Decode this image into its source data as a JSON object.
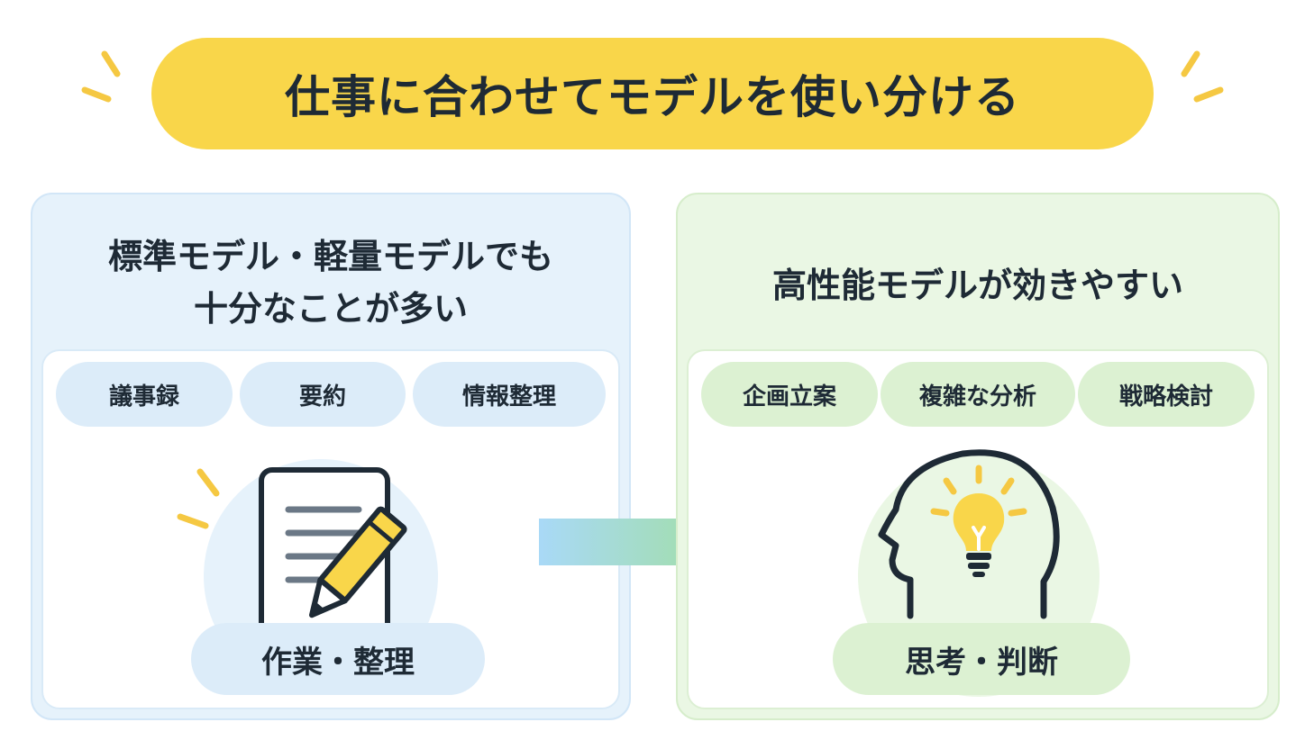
{
  "title": "仕事に合わせてモデルを使い分ける",
  "left_panel": {
    "heading_lines": [
      "標準モデル・軽量モデルでも",
      "十分なことが多い"
    ],
    "chips": [
      "議事録",
      "要約",
      "情報整理"
    ],
    "icon": "document-pencil-icon",
    "label": "作業・整理"
  },
  "right_panel": {
    "heading_lines": [
      "高性能モデルが効きやすい"
    ],
    "chips": [
      "企画立案",
      "複雑な分析",
      "戦略検討"
    ],
    "icon": "head-lightbulb-icon",
    "label": "思考・判断"
  },
  "colors": {
    "banner": "#f9d64a",
    "left_panel_bg": "#e6f2fb",
    "right_panel_bg": "#eaf7e4",
    "left_chip": "#dcecf9",
    "right_chip": "#dcf1d2",
    "accent_yellow": "#f5c842",
    "ink": "#1e2a35",
    "arrow_from": "#a9d9f7",
    "arrow_to": "#9ee08a"
  }
}
